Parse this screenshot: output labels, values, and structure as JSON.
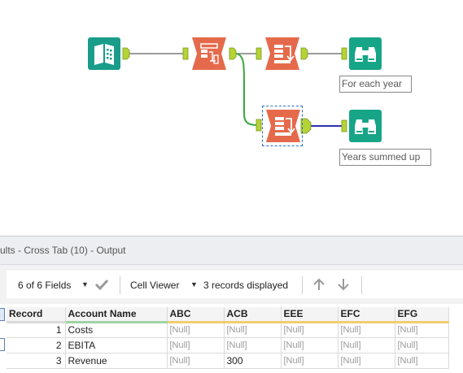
{
  "canvas": {
    "annotations": {
      "browse_1": "For each year",
      "browse_2": "Years summed up"
    }
  },
  "results": {
    "title": "ults - Cross Tab (10) - Output",
    "toolbar": {
      "fields_label": "6 of 6 Fields",
      "cell_viewer_label": "Cell Viewer",
      "records_label": "3 records displayed"
    },
    "table": {
      "columns": [
        "Record",
        "Account Name",
        "ABC",
        "ACB",
        "EEE",
        "EFC",
        "EFG"
      ],
      "rows": [
        [
          "1",
          "Costs",
          "[Null]",
          "[Null]",
          "[Null]",
          "[Null]",
          "[Null]"
        ],
        [
          "2",
          "EBITA",
          "[Null]",
          "[Null]",
          "[Null]",
          "[Null]",
          "[Null]"
        ],
        [
          "3",
          "Revenue",
          "[Null]",
          "300",
          "[Null]",
          "[Null]",
          "[Null]"
        ]
      ]
    }
  },
  "colors": {
    "input_tool": "#1a9c8a",
    "transform_tool": "#e56a4c",
    "browse_tool": "#17a587",
    "anchor": "#b5d334",
    "selected_wire": "#2b2fb0",
    "connection_wire": "#7a7a7a",
    "green_wire": "#3ca642"
  }
}
